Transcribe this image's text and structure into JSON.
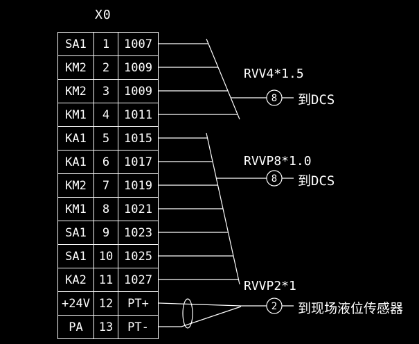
{
  "diagram": {
    "terminal_block": {
      "title": "X0",
      "rows": [
        {
          "device": "SA1",
          "terminal": "1",
          "wire": "1007"
        },
        {
          "device": "KM2",
          "terminal": "2",
          "wire": "1009"
        },
        {
          "device": "KM2",
          "terminal": "3",
          "wire": "1009"
        },
        {
          "device": "KM1",
          "terminal": "4",
          "wire": "1011"
        },
        {
          "device": "KA1",
          "terminal": "5",
          "wire": "1015"
        },
        {
          "device": "KA1",
          "terminal": "6",
          "wire": "1017"
        },
        {
          "device": "KM2",
          "terminal": "7",
          "wire": "1019"
        },
        {
          "device": "KM1",
          "terminal": "8",
          "wire": "1021"
        },
        {
          "device": "SA1",
          "terminal": "9",
          "wire": "1023"
        },
        {
          "device": "SA1",
          "terminal": "10",
          "wire": "1025"
        },
        {
          "device": "KA2",
          "terminal": "11",
          "wire": "1027"
        },
        {
          "device": "+24V",
          "terminal": "12",
          "wire": "PT+"
        },
        {
          "device": "PA",
          "terminal": "13",
          "wire": "PT-"
        }
      ]
    },
    "cables": [
      {
        "spec": "RVV4*1.5",
        "cores": "8",
        "destination": "到DCS"
      },
      {
        "spec": "RVVP8*1.0",
        "cores": "8",
        "destination": "到DCS"
      },
      {
        "spec": "RVVP2*1",
        "cores": "2",
        "destination": "到现场液位传感器"
      }
    ],
    "colors": {
      "background": "#000000",
      "line": "#ffffff"
    }
  }
}
